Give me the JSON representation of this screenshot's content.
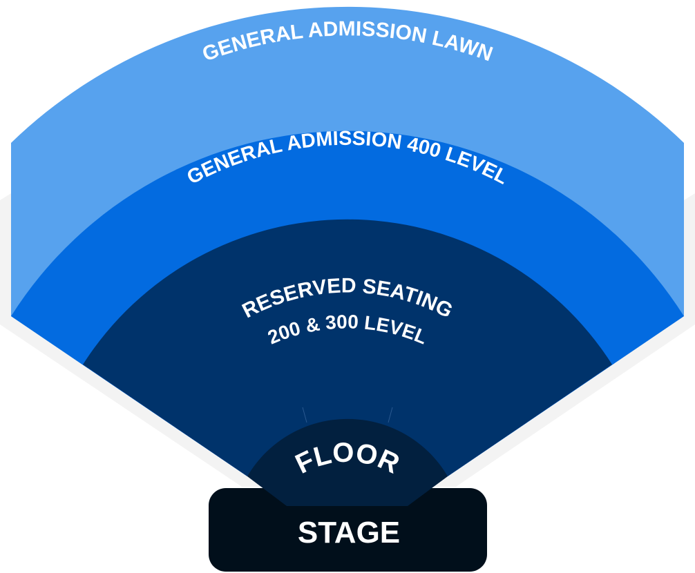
{
  "title": "Venue Seating Chart",
  "sections": {
    "lawn": {
      "label": "GENERAL ADMISSION LAWN",
      "color": "#57a2ee"
    },
    "level400": {
      "label": "GENERAL ADMISSION 400 LEVEL",
      "color": "#036be0"
    },
    "reserved": {
      "label_line1": "RESERVED SEATING",
      "label_line2": "200 & 300 LEVEL",
      "color": "#00336b"
    },
    "floor": {
      "label": "FLOOR",
      "color": "#02203f"
    },
    "stage": {
      "label": "STAGE",
      "color": "#010f1b"
    }
  }
}
